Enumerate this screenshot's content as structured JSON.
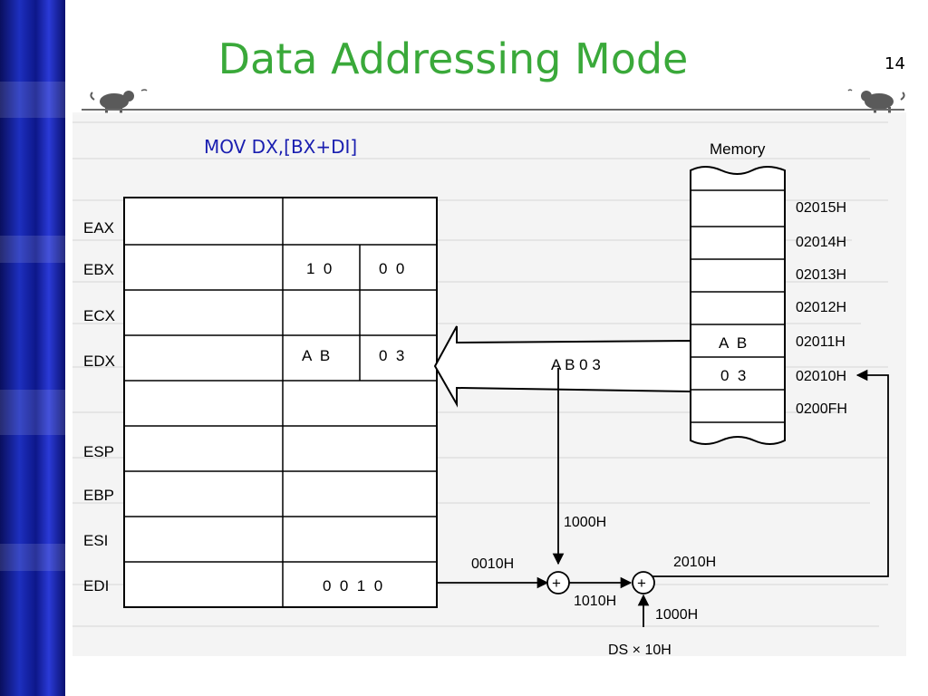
{
  "slide": {
    "title": "Data Addressing Mode",
    "page_number": "14",
    "instruction": "MOV DX,[BX+DI]"
  },
  "registers": {
    "labels": [
      "EAX",
      "EBX",
      "ECX",
      "EDX",
      "ESP",
      "EBP",
      "ESI",
      "EDI"
    ],
    "ebx_high": "1  0",
    "ebx_low": "0  0",
    "edx_high": "A  B",
    "edx_low": "0  3",
    "edi_low": "0  0  1  0"
  },
  "memory": {
    "title": "Memory",
    "addresses": [
      "02015H",
      "02014H",
      "02013H",
      "02012H",
      "02011H",
      "02010H",
      "0200FH"
    ],
    "cell_02011H": "A  B",
    "cell_02010H": "0  3"
  },
  "arrows": {
    "data_transfer": "A B 0 3",
    "bx_value": "1000H",
    "di_value": "0010H",
    "offset_sum": "1010H",
    "linear_address": "2010H",
    "segment_base": "1000H",
    "segment_expr": "DS × 10H",
    "plus": "+"
  }
}
